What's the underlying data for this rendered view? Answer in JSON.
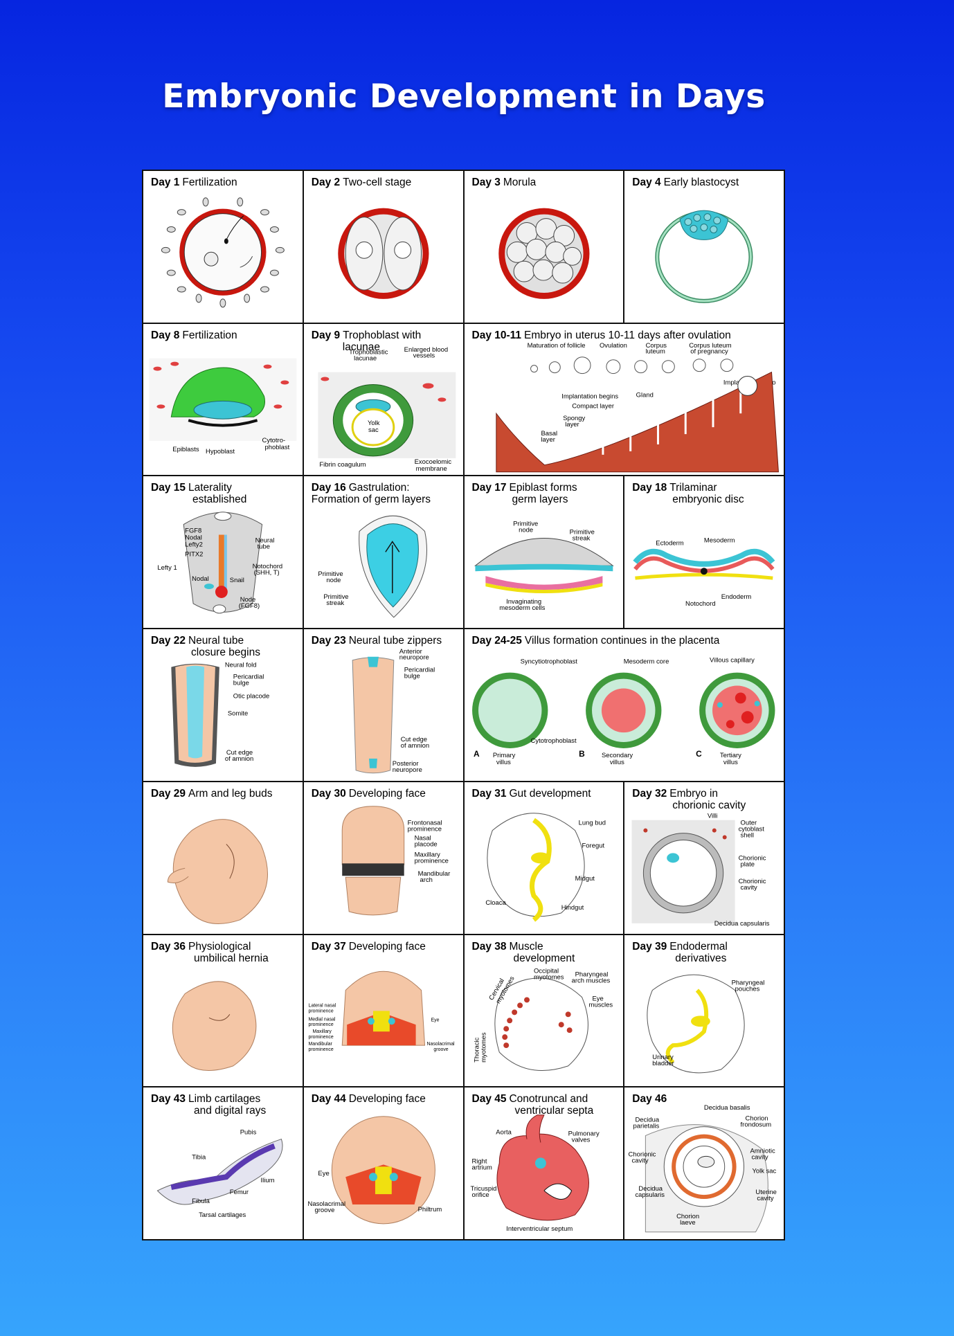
{
  "title": "Embryonic Development in Days",
  "cells": [
    {
      "day": "Day 1",
      "caption": "Fertilization"
    },
    {
      "day": "Day 2",
      "caption": "Two-cell stage"
    },
    {
      "day": "Day 3",
      "caption": "Morula"
    },
    {
      "day": "Day 4",
      "caption": "Early blastocyst"
    },
    {
      "day": "Day 8",
      "caption": "Fertilization",
      "labels": [
        "Epiblasts",
        "Hypoblast",
        "Cytotro-",
        "phoblast"
      ]
    },
    {
      "day": "Day 9",
      "caption": "Trophoblast with",
      "caption2": "lacunae",
      "labels": [
        "Trophoblastic",
        "lacunae",
        "Enlarged blood",
        "vessels",
        "Yolk",
        "sac",
        "Fibrin coagulum",
        "Exocoelomic",
        "membrane"
      ]
    },
    {
      "day": "Day 10-11",
      "caption": "Embryo in uterus 10-11 days after ovulation",
      "labels": [
        "Maturation of follicle",
        "Ovulation",
        "Corpus",
        "luteum",
        "Corpus luteum",
        "of pregnancy",
        "Implanted embryo",
        "Implantation begins",
        "Gland",
        "Compact layer",
        "Spongy",
        "layer",
        "Basal",
        "layer"
      ]
    },
    {
      "day": "Day 15",
      "caption": "Laterality",
      "caption2": "established",
      "labels": [
        "FGF8",
        "Nodal",
        "Lefty2",
        "PITX2",
        "Lefty 1",
        "Nodal",
        "Neural",
        "tube",
        "Notochord",
        "(SHH, T)",
        "Snail",
        "Node",
        "(FGF8)"
      ]
    },
    {
      "day": "Day 16",
      "caption": "Gastrulation:",
      "caption2": "Formation of germ layers",
      "labels": [
        "Primitive",
        "node",
        "Primitive",
        "streak"
      ]
    },
    {
      "day": "Day 17",
      "caption": "Epiblast forms",
      "caption2": "germ layers",
      "labels": [
        "Primitive",
        "node",
        "Primitive",
        "streak",
        "Invaginating",
        "mesoderm cells"
      ]
    },
    {
      "day": "Day 18",
      "caption": "Trilaminar",
      "caption2": "embryonic disc",
      "labels": [
        "Ectoderm",
        "Mesoderm",
        "Endoderm",
        "Notochord"
      ]
    },
    {
      "day": "Day 22",
      "caption": "Neural tube",
      "caption2": "closure begins",
      "labels": [
        "Neural fold",
        "Pericardial",
        "bulge",
        "Otic placode",
        "Somite",
        "Cut edge",
        "of amnion"
      ]
    },
    {
      "day": "Day 23",
      "caption": "Neural tube zippers",
      "labels": [
        "Anterior",
        "neuropore",
        "Pericardial",
        "bulge",
        "Cut edge",
        "of amnion",
        "Posterior",
        "neuropore"
      ]
    },
    {
      "day": "Day 24-25",
      "caption": "Villus formation continues in the placenta",
      "labels": [
        "Syncytiotrophoblast",
        "Mesoderm core",
        "Villous capillary",
        "Cytotrophoblast",
        "A",
        "Primary",
        "villus",
        "B",
        "Secondary",
        "villus",
        "C",
        "Tertiary",
        "villus"
      ]
    },
    {
      "day": "Day 29",
      "caption": "Arm and leg buds"
    },
    {
      "day": "Day 30",
      "caption": "Developing face",
      "labels": [
        "Frontonasal",
        "prominence",
        "Nasal",
        "placode",
        "Maxillary",
        "prominence",
        "Mandibular",
        "arch"
      ]
    },
    {
      "day": "Day 31",
      "caption": "Gut development",
      "labels": [
        "Lung bud",
        "Foregut",
        "Midgut",
        "Cloaca",
        "Hindgut"
      ]
    },
    {
      "day": "Day 32",
      "caption": "Embryo in",
      "caption2": "chorionic cavity",
      "labels": [
        "Villi",
        "Outer",
        "cytoblast",
        "shell",
        "Chorionic",
        "plate",
        "Chorionic",
        "cavity",
        "Decidua capsularis"
      ]
    },
    {
      "day": "Day 36",
      "caption": "Physiological",
      "caption2": "umbilical hernia"
    },
    {
      "day": "Day 37",
      "caption": "Developing face",
      "labels": [
        "Lateral nasal",
        "prominence",
        "Medial nasal",
        "prominence",
        "Maxillary",
        "prominence",
        "Mandibular",
        "prominence",
        "Eye",
        "Nasolacrimal",
        "groove"
      ]
    },
    {
      "day": "Day 38",
      "caption": "Muscle",
      "caption2": "development",
      "labels": [
        "Occipital",
        "myotomes",
        "Pharyngeal",
        "arch muscles",
        "Cervical",
        "myotomes",
        "Eye",
        "muscles",
        "Thoracic",
        "myotomes"
      ]
    },
    {
      "day": "Day 39",
      "caption": "Endodermal",
      "caption2": "derivatives",
      "labels": [
        "Pharyngeal",
        "pouches",
        "Urinary",
        "bladder"
      ]
    },
    {
      "day": "Day 43",
      "caption": "Limb cartilages",
      "caption2": "and digital rays",
      "labels": [
        "Pubis",
        "Tibia",
        "Ilium",
        "Femur",
        "Fibula",
        "Tarsal cartilages"
      ]
    },
    {
      "day": "Day 44",
      "caption": "Developing face",
      "labels": [
        "Eye",
        "Nasolacrimal",
        "groove",
        "Philtrum"
      ]
    },
    {
      "day": "Day 45",
      "caption": "Conotruncal and",
      "caption2": "ventricular septa",
      "labels": [
        "Aorta",
        "Pulmonary",
        "valves",
        "Right",
        "artrium",
        "Tricuspid",
        "orifice",
        "Interventricular septum"
      ]
    },
    {
      "day": "Day 46",
      "caption": "",
      "labels": [
        "Decidua basalis",
        "Decidua",
        "parietalis",
        "Chorion",
        "frondosum",
        "Amniotic",
        "cavity",
        "Chorionic",
        "cavity",
        "Yolk sac",
        "Decidua",
        "capsularis",
        "Uterine",
        "cavity",
        "Chorion",
        "laeve"
      ]
    }
  ],
  "colors": {
    "zona": "#c8170e",
    "cyan": "#3cc4d4",
    "green": "#3f9a3c",
    "flesh": "#f4c6a6",
    "yellow": "#f0e010",
    "red": "#e0302a",
    "muscle": "#c0392b"
  }
}
